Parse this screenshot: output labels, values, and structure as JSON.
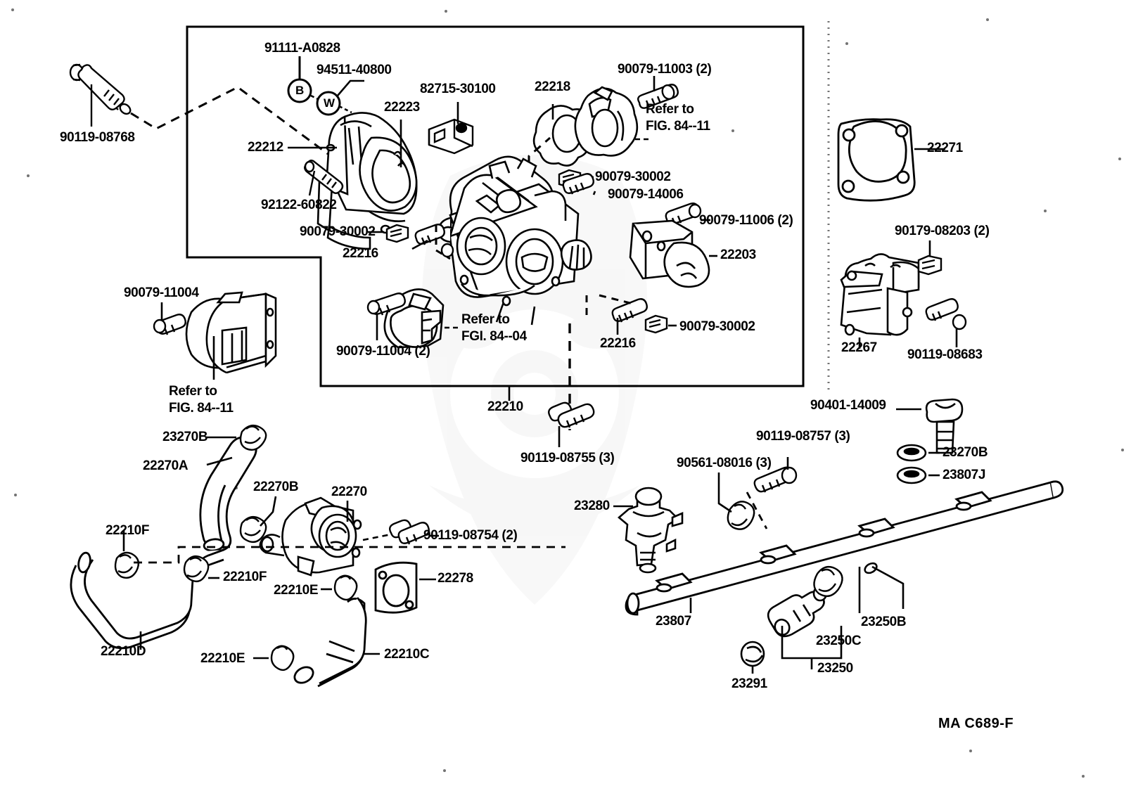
{
  "diagram": {
    "title": "Toyota EFI Throttle Body / Fuel Delivery Parts Diagram",
    "figure_code": "MA C689-F",
    "callout_markers": [
      {
        "id": "B",
        "glyph": "B"
      },
      {
        "id": "W",
        "glyph": "W"
      }
    ]
  },
  "labels": {
    "p_90119_08768": "90119-08768",
    "p_91111_A0828": "91111-A0828",
    "p_94511_40800": "94511-40800",
    "p_82715_30100": "82715-30100",
    "p_22218": "22218",
    "p_90079_11003": "90079-11003 (2)",
    "p_22223": "22223",
    "p_22212": "22212",
    "p_92122_60822": "92122-60822",
    "p_90079_30002_a": "90079-30002",
    "p_22216_a": "22216",
    "p_90079_30002_b": "90079-30002",
    "p_90079_14006": "90079-14006",
    "p_90079_11006": "90079-11006 (2)",
    "p_22203": "22203",
    "p_22271": "22271",
    "p_90179_08203": "90179-08203 (2)",
    "p_22267": "22267",
    "p_90119_08683": "90119-08683",
    "p_90079_11004_top": "90079-11004",
    "p_90079_11004_2": "90079-11004 (2)",
    "p_22216_b": "22216",
    "p_90079_30002_c": "90079-30002",
    "p_22210": "22210",
    "p_90119_08755": "90119-08755 (3)",
    "p_23270B_top": "23270B",
    "p_22270A": "22270A",
    "p_22270B": "22270B",
    "p_22270": "22270",
    "p_22210F_left": "22210F",
    "p_22210F_mid": "22210F",
    "p_22210E_mid": "22210E",
    "p_22210D": "22210D",
    "p_22210E_bot": "22210E",
    "p_22210C": "22210C",
    "p_90119_08754": "90119-08754 (2)",
    "p_22278": "22278",
    "p_23280": "23280",
    "p_90561_08016": "90561-08016 (3)",
    "p_90119_08757": "90119-08757 (3)",
    "p_90401_14009": "90401-14009",
    "p_23270B_right": "23270B",
    "p_23807J": "23807J",
    "p_23807": "23807",
    "p_23291": "23291",
    "p_23250": "23250",
    "p_23250B": "23250B",
    "p_23250C": "23250C",
    "refer_84_11_a": "Refer to\nFIG. 84--11",
    "refer_84_11_a_l1": "Refer to",
    "refer_84_11_a_l2": "FIG. 84--11",
    "refer_84_11_b_l1": "Refer to",
    "refer_84_11_b_l2": "FIG. 84--11",
    "refer_84_04_l1": "Refer to",
    "refer_84_04_l2": "FGI. 84--04",
    "marker_B": "B",
    "marker_W": "W"
  },
  "colors": {
    "ink": "#000000",
    "paper": "#ffffff",
    "watermark": "#f1f1f1"
  }
}
